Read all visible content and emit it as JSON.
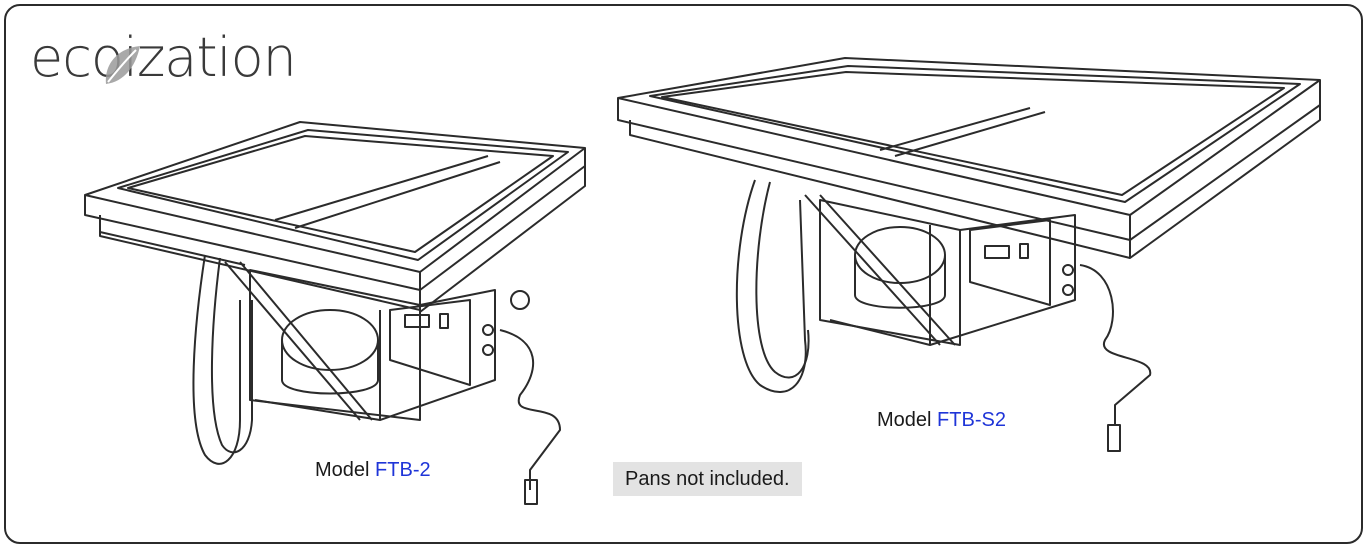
{
  "brand": {
    "logo_text": "ecoization",
    "leaf_color": "#9a9a9a"
  },
  "products": [
    {
      "label": "Model",
      "code": "FTB-2"
    },
    {
      "label": "Model",
      "code": "FTB-S2"
    }
  ],
  "note": "Pans not included.",
  "colors": {
    "accent": "#1f35d8",
    "line": "#2b2b2b",
    "note_bg": "#e3e3e3"
  }
}
